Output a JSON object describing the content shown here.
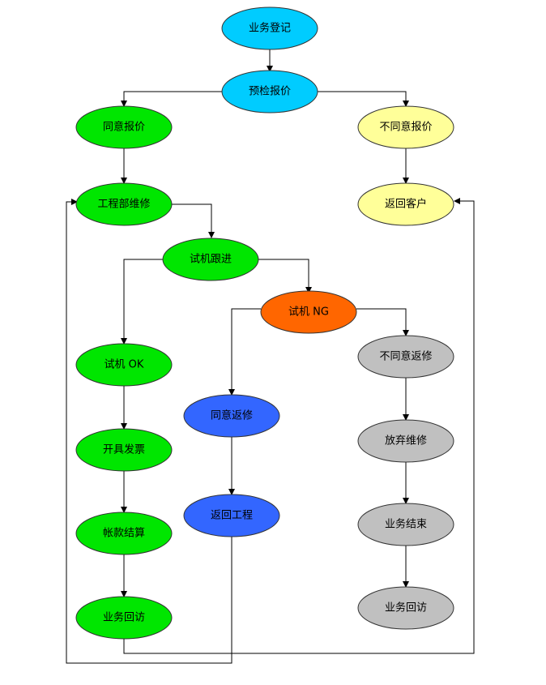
{
  "colors": {
    "cyan": "#00CCFF",
    "green": "#00E600",
    "yellow": "#FFFF99",
    "orange": "#FF6600",
    "blue": "#3366FF",
    "gray": "#C0C0C0",
    "stroke": "#333333",
    "line": "#000000"
  },
  "nodes": {
    "registration": {
      "label": "业务登记"
    },
    "pre_quote": {
      "label": "预检报价"
    },
    "accept_quote": {
      "label": "同意报价"
    },
    "reject_quote": {
      "label": "不同意报价"
    },
    "engineering_repair": {
      "label": "工程部维修"
    },
    "return_customer": {
      "label": "返回客户"
    },
    "test_follow": {
      "label": "试机跟进"
    },
    "test_ng": {
      "label": "试机 NG"
    },
    "test_ok": {
      "label": "试机 OK"
    },
    "reject_rework": {
      "label": "不同意返修"
    },
    "accept_rework": {
      "label": "同意返修"
    },
    "issue_invoice": {
      "label": "开具发票"
    },
    "abandon_repair": {
      "label": "放弃维修"
    },
    "return_engineering": {
      "label": "返回工程"
    },
    "settlement": {
      "label": "帐款结算"
    },
    "business_end": {
      "label": "业务结束"
    },
    "followup_left": {
      "label": "业务回访"
    },
    "followup_right": {
      "label": "业务回访"
    }
  }
}
